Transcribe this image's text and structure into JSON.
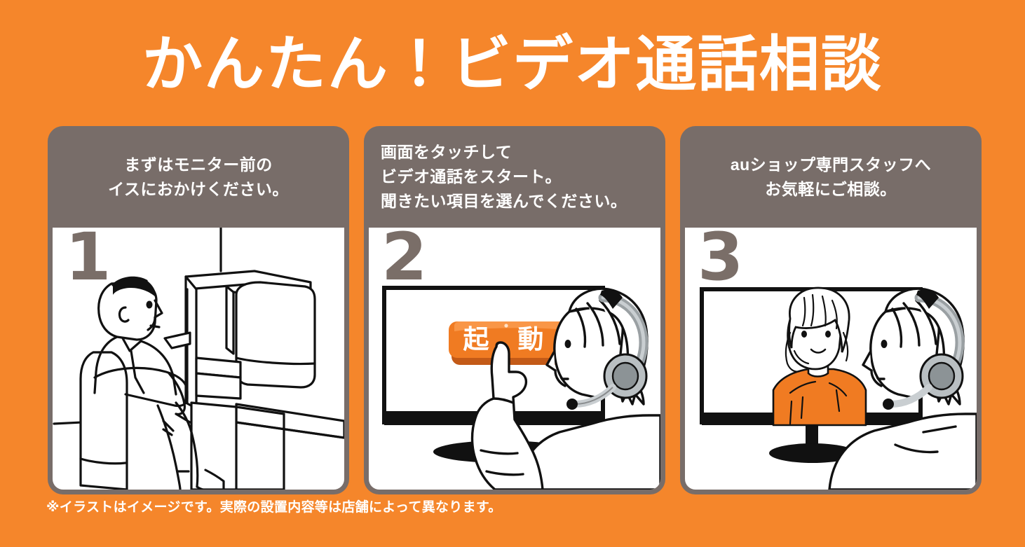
{
  "poster": {
    "background_color": "#F5862B",
    "panel_color": "#786D69",
    "art_background": "#FFFFFF",
    "number_color": "#7A6E68",
    "accent_orange": "#F07B22",
    "title": "かんたん！ビデオ通話相談",
    "footnote": "※イラストはイメージです。実際の設置内容等は店舗によって異なります。"
  },
  "steps": [
    {
      "number": "1",
      "header_align": "center",
      "header_lines": [
        "まずはモニター前の",
        "イスにおかけください。"
      ],
      "illustration": "man-seated-in-chair-facing-booth-monitor",
      "illustration_alt": "椅子に座った男性とモニターブース"
    },
    {
      "number": "2",
      "header_align": "left",
      "header_lines": [
        "画面をタッチして",
        "ビデオ通話をスタート。",
        "聞きたい項目を選んでください。"
      ],
      "illustration": "person-with-headset-touching-start-button-on-monitor",
      "illustration_alt": "ヘッドセットの人物が画面の起動ボタンをタッチ",
      "screen_button_label": "起 動",
      "screen_button_color": "#F07B22",
      "screen_button_shadow_color": "#C35A17"
    },
    {
      "number": "3",
      "header_align": "center",
      "header_lines": [
        "auショップ専門スタッフへ",
        "お気軽にご相談。"
      ],
      "illustration": "person-with-headset-video-calling-staff-on-monitor",
      "illustration_alt": "ヘッドセットの人物がモニター越しにスタッフと通話",
      "staff_shirt_color": "#F07B22"
    }
  ]
}
